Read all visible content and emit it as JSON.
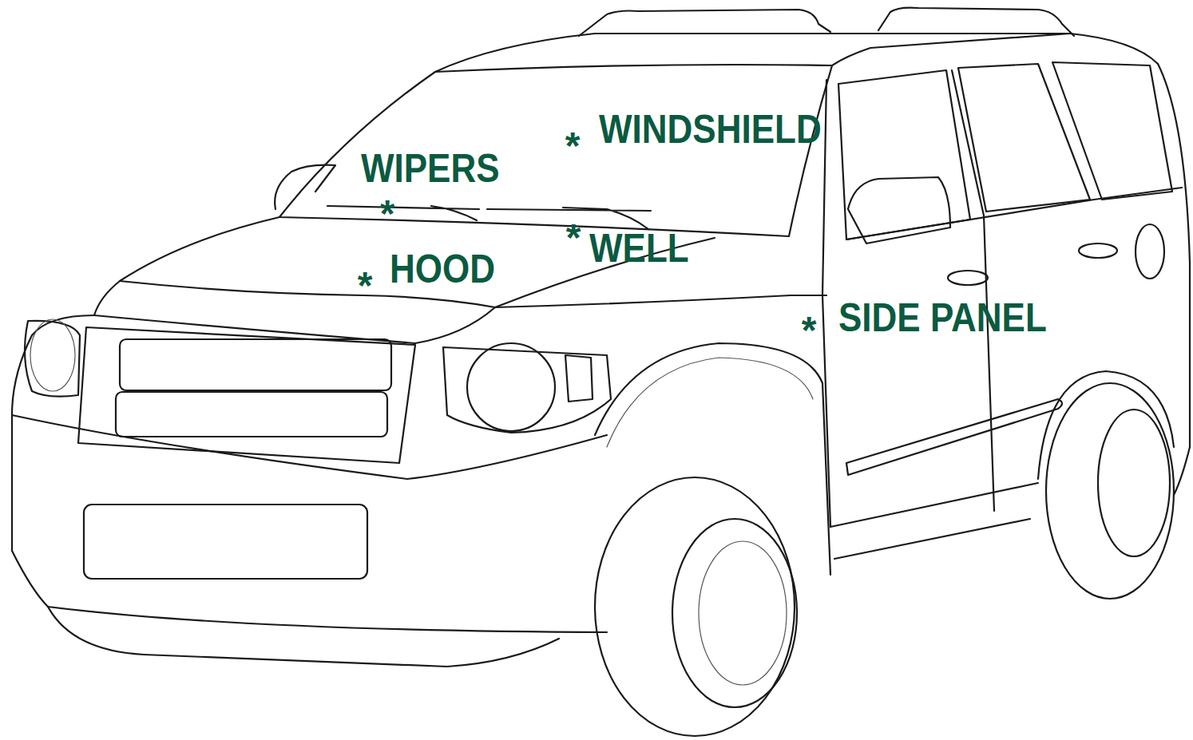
{
  "diagram": {
    "labels": [
      "*",
      "WINDSHIELD",
      "WIPERS",
      "*",
      "*",
      "WELL",
      "*",
      "HOOD",
      "*",
      "SIDE PANEL"
    ]
  }
}
